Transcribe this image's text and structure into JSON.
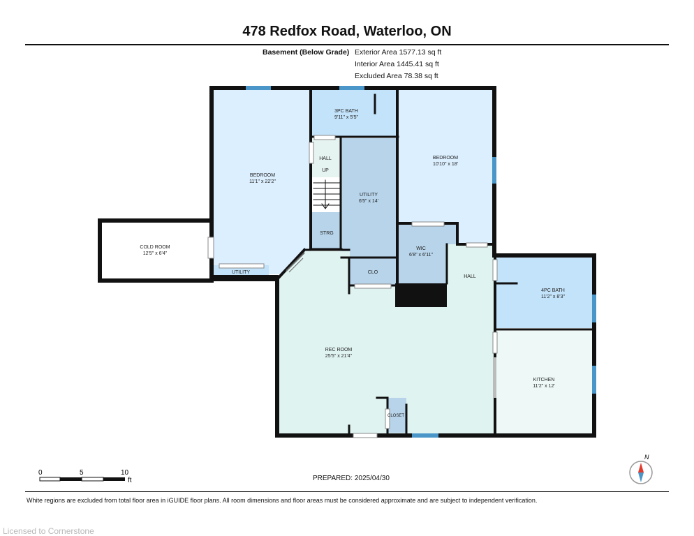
{
  "header": {
    "title": "478 Redfox Road, Waterloo, ON",
    "level_label": "Basement (Below Grade)",
    "exterior_area": "Exterior Area 1577.13 sq ft",
    "interior_area": "Interior Area 1445.41 sq ft",
    "excluded_area": "Excluded Area 78.38 sq ft"
  },
  "rooms": {
    "bedroom_left": {
      "name": "BEDROOM",
      "dims": "11'1\" x 22'2\""
    },
    "bath_3pc": {
      "name": "3PC BATH",
      "dims": "9'11\" x 5'5\""
    },
    "bedroom_right": {
      "name": "BEDROOM",
      "dims": "10'10\" x 18'"
    },
    "hall_top": {
      "name": "HALL"
    },
    "stairs": {
      "name": "UP"
    },
    "utility_center": {
      "name": "UTILITY",
      "dims": "6'5\" x 14'"
    },
    "storage": {
      "name": "STRG"
    },
    "cold_room": {
      "name": "COLD ROOM",
      "dims": "12'5\" x 6'4\""
    },
    "utility_small": {
      "name": "UTILITY"
    },
    "wic": {
      "name": "WIC",
      "dims": "6'8\" x 6'11\""
    },
    "clo": {
      "name": "CLO"
    },
    "hall_right": {
      "name": "HALL"
    },
    "bath_4pc": {
      "name": "4PC BATH",
      "dims": "11'2\" x 8'3\""
    },
    "rec_room": {
      "name": "REC ROOM",
      "dims": "25'5\" x 21'4\""
    },
    "kitchen": {
      "name": "KITCHEN",
      "dims": "11'2\" x 12'"
    },
    "closet": {
      "name": "CLOSET"
    }
  },
  "scale": {
    "labels": [
      "0",
      "5",
      "10"
    ],
    "unit": "ft"
  },
  "compass": {
    "label": "N"
  },
  "footer": {
    "prepared": "PREPARED:  2025/04/30",
    "disclaimer": "White regions are excluded from total floor area in iGUIDE floor plans. All room dimensions and floor areas must be considered approximate and are subject to independent verification.",
    "licensed": "Licensed to Cornerstone"
  },
  "colors": {
    "wall": "#111111",
    "bedroom_fill": "#dcefff",
    "bath_fill": "#c3e3fa",
    "utility_fill": "#b7d4ea",
    "rec_fill": "#dff3f0",
    "kitchen_fill": "#edf8f7",
    "window": "#4a96c8",
    "door": "#ffffff"
  }
}
